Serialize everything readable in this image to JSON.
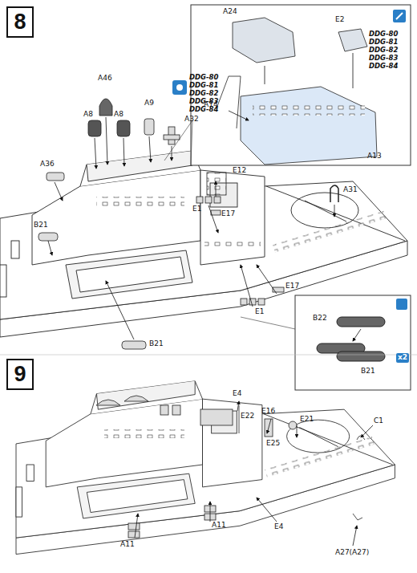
{
  "diagram": {
    "nodes": [
      {
        "text": [
          "8"
        ]
      },
      {
        "text": [
          "9"
        ]
      }
    ],
    "labels": [
      "A24",
      "E2",
      "DDG-80",
      "DDG-81",
      "DDG-82",
      "DDG-83",
      "DDG-84",
      "A14",
      "A13",
      "A46",
      "A8",
      "A8",
      "A9",
      "DDG-80",
      "DDG-81",
      "DDG-82",
      "DDG-83",
      "DDG-84",
      "A32",
      "A36",
      "E12",
      "E1",
      "E17",
      "A31",
      "B21",
      "B21",
      "E17",
      "E1",
      "B22",
      "B21",
      "x2",
      "E4",
      "E22",
      "E16",
      "E25",
      "E21",
      "C1",
      "A11",
      "A11",
      "E4",
      "A27(A27)"
    ]
  }
}
